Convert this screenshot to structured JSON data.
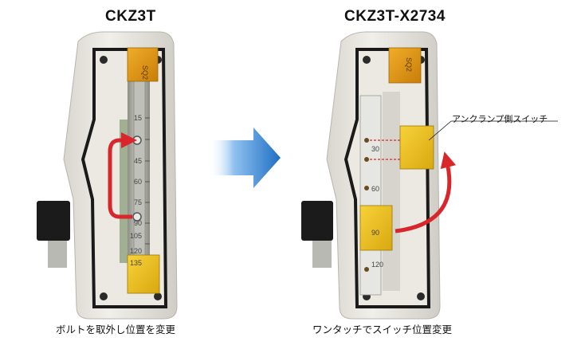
{
  "left": {
    "title": "CKZ3T",
    "caption": "ボルトを取外し位置を変更",
    "sensor_label": "SQ2",
    "scale_marks": [
      "15",
      "45",
      "60",
      "75",
      "90",
      "105",
      "120",
      "135"
    ]
  },
  "right": {
    "title": "CKZ3T-X2734",
    "caption": "ワンタッチでスイッチ位置変更",
    "callout": "アンクランプ側スイッチ",
    "sensor_label": "SQ2",
    "scale_marks": [
      "30",
      "60",
      "90",
      "120"
    ]
  },
  "icons": {
    "transition_arrow": "right-arrow-icon",
    "move_arrow": "curved-arrow-icon"
  },
  "colors": {
    "accent_red": "#d8262b",
    "arrow_blue": "#1f6fc4",
    "switch_yellow": "#f2c21a",
    "switch_orange": "#e39a12"
  }
}
